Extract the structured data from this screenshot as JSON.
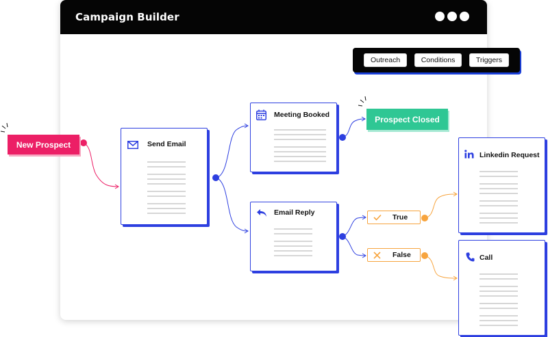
{
  "window": {
    "title": "Campaign Builder"
  },
  "toolbar": {
    "outreach_label": "Outreach",
    "conditions_label": "Conditions",
    "triggers_label": "Triggers"
  },
  "tags": {
    "new_prospect": "New Prospect",
    "prospect_closed": "Prospect Closed"
  },
  "nodes": {
    "send_email": {
      "title": "Send Email",
      "icon": "envelope-icon"
    },
    "meeting_booked": {
      "title": "Meeting Booked",
      "icon": "calendar-icon"
    },
    "email_reply": {
      "title": "Email Reply",
      "icon": "reply-arrow-icon"
    },
    "linkedin_request": {
      "title": "Linkedin Request",
      "icon": "linkedin-icon"
    },
    "call": {
      "title": "Call",
      "icon": "phone-icon"
    }
  },
  "conditions": {
    "true_label": "True",
    "false_label": "False"
  },
  "colors": {
    "accent_blue": "#2d3fe0",
    "pink": "#ec1f66",
    "green": "#2fc794",
    "orange": "#f7a43e"
  }
}
